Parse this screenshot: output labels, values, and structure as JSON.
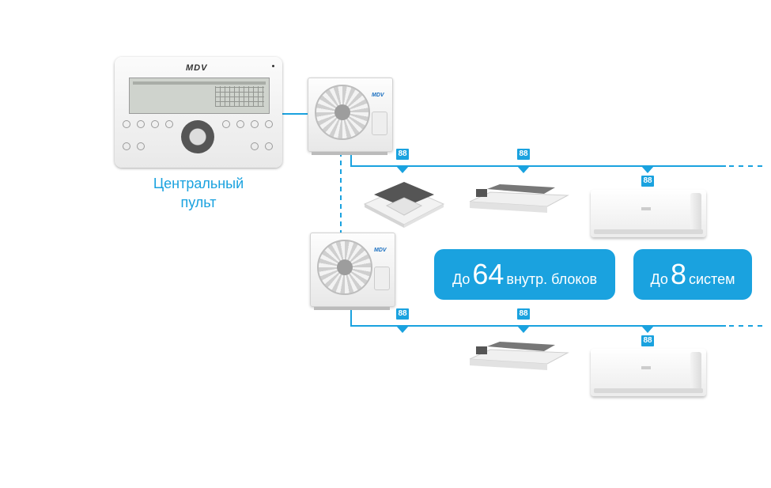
{
  "controller": {
    "brand": "MDV",
    "caption_line1": "Центральный",
    "caption_line2": "пульт"
  },
  "outdoor_units": [
    {
      "brand": "MDV"
    },
    {
      "brand": "MDV"
    }
  ],
  "address_tag": "88",
  "pill_indoor": {
    "prefix": "До",
    "number": "64",
    "suffix": "внутр. блоков"
  },
  "pill_systems": {
    "prefix": "До",
    "number": "8",
    "suffix": "систем"
  },
  "colors": {
    "accent": "#1aa2df",
    "white": "#ffffff"
  }
}
